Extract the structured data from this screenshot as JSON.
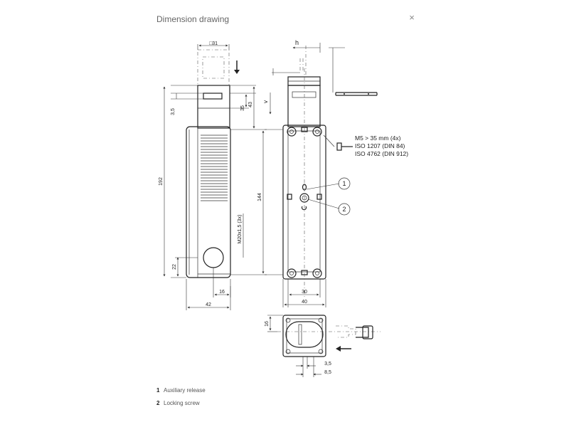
{
  "dialog": {
    "title": "Dimension drawing",
    "close_symbol": "×"
  },
  "drawing": {
    "dims": {
      "d31": "□31",
      "h": "h",
      "v": "v",
      "d3_5a": "3,5",
      "d35": "35",
      "d43": "43",
      "d192": "192",
      "d144": "144",
      "d22": "22",
      "d16a": "16",
      "d42": "42",
      "d30": "30",
      "d40": "40",
      "d16b": "16",
      "d3_5b": "3,5",
      "d8_5": "8,5",
      "thread": "M20x1,5 (3x)"
    },
    "screw_note": [
      "M5 > 35 mm (4x)",
      "ISO 1207 (DIN 84)",
      "ISO 4762 (DIN 912)"
    ],
    "callouts": [
      "1",
      "2"
    ]
  },
  "legend": [
    {
      "num": "1",
      "label": "Auxiliary release"
    },
    {
      "num": "2",
      "label": "Locking screw"
    }
  ]
}
